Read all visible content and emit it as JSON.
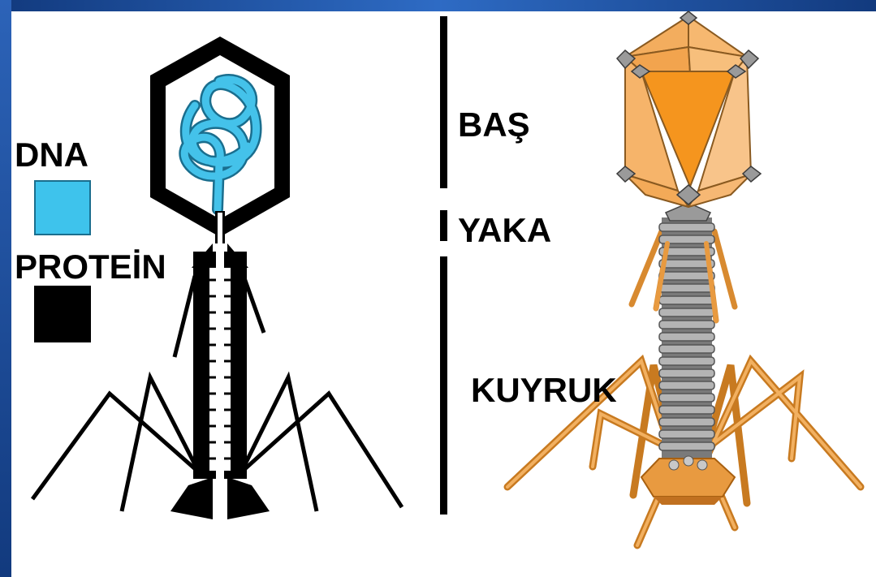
{
  "legend": {
    "dna_label": "DNA",
    "protein_label": "PROTEİN",
    "dna_color": "#3ec3ec",
    "protein_color": "#000000"
  },
  "parts": {
    "head_label": "BAŞ",
    "collar_label": "YAKA",
    "tail_label": "KUYRUK"
  },
  "colors": {
    "background": "#1f56a8",
    "capsid_orange": "#f0a040",
    "tail_gray": "#8c8c8c"
  }
}
